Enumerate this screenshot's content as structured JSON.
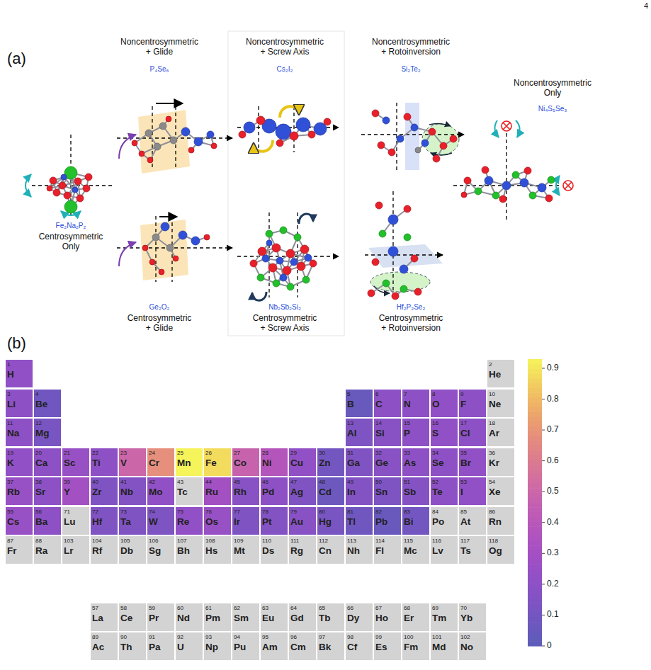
{
  "diagram": {
    "nodes": [
      {
        "text": [
          "1",
          "H"
        ]
      },
      {
        "text": [
          "2",
          "He"
        ]
      },
      {
        "text": [
          "3",
          "Li"
        ]
      },
      {
        "text": [
          "4",
          "Be"
        ]
      },
      {
        "text": [
          "5",
          "B"
        ]
      },
      {
        "text": [
          "6",
          "C"
        ]
      },
      {
        "text": [
          "7",
          "N"
        ]
      },
      {
        "text": [
          "8",
          "O"
        ]
      },
      {
        "text": [
          "9",
          "F"
        ]
      },
      {
        "text": [
          "10",
          "Ne"
        ]
      },
      {
        "text": [
          "11",
          "Na"
        ]
      },
      {
        "text": [
          "12",
          "Mg"
        ]
      },
      {
        "text": [
          "13",
          "Al"
        ]
      },
      {
        "text": [
          "14",
          "Si"
        ]
      },
      {
        "text": [
          "15",
          "P"
        ]
      },
      {
        "text": [
          "16",
          "S"
        ]
      },
      {
        "text": [
          "17",
          "Cl"
        ]
      },
      {
        "text": [
          "18",
          "Ar"
        ]
      },
      {
        "text": [
          "19",
          "K"
        ]
      },
      {
        "text": [
          "20",
          "Ca"
        ]
      },
      {
        "text": [
          "21",
          "Sc"
        ]
      },
      {
        "text": [
          "22",
          "Ti"
        ]
      },
      {
        "text": [
          "23",
          "V"
        ]
      },
      {
        "text": [
          "24",
          "Cr"
        ]
      },
      {
        "text": [
          "25",
          "Mn"
        ]
      },
      {
        "text": [
          "26",
          "Fe"
        ]
      },
      {
        "text": [
          "27",
          "Co"
        ]
      },
      {
        "text": [
          "28",
          "Ni"
        ]
      },
      {
        "text": [
          "29",
          "Cu"
        ]
      },
      {
        "text": [
          "30",
          "Zn"
        ]
      },
      {
        "text": [
          "31",
          "Ga"
        ]
      },
      {
        "text": [
          "32",
          "Ge"
        ]
      },
      {
        "text": [
          "33",
          "As"
        ]
      },
      {
        "text": [
          "34",
          "Se"
        ]
      },
      {
        "text": [
          "35",
          "Br"
        ]
      },
      {
        "text": [
          "36",
          "Kr"
        ]
      },
      {
        "text": [
          "37",
          "Rb"
        ]
      },
      {
        "text": [
          "38",
          "Sr"
        ]
      },
      {
        "text": [
          "39",
          "Y"
        ]
      },
      {
        "text": [
          "40",
          "Zr"
        ]
      },
      {
        "text": [
          "41",
          "Nb"
        ]
      },
      {
        "text": [
          "42",
          "Mo"
        ]
      },
      {
        "text": [
          "43",
          "Tc"
        ]
      },
      {
        "text": [
          "44",
          "Ru"
        ]
      },
      {
        "text": [
          "45",
          "Rh"
        ]
      },
      {
        "text": [
          "46",
          "Pd"
        ]
      },
      {
        "text": [
          "47",
          "Ag"
        ]
      },
      {
        "text": [
          "48",
          "Cd"
        ]
      },
      {
        "text": [
          "49",
          "In"
        ]
      },
      {
        "text": [
          "50",
          "Sn"
        ]
      },
      {
        "text": [
          "51",
          "Sb"
        ]
      },
      {
        "text": [
          "52",
          "Te"
        ]
      },
      {
        "text": [
          "53",
          "I"
        ]
      },
      {
        "text": [
          "54",
          "Xe"
        ]
      },
      {
        "text": [
          "55",
          "Cs"
        ]
      },
      {
        "text": [
          "56",
          "Ba"
        ]
      },
      {
        "text": [
          "71",
          "Lu"
        ]
      },
      {
        "text": [
          "72",
          "Hf"
        ]
      },
      {
        "text": [
          "73",
          "Ta"
        ]
      },
      {
        "text": [
          "74",
          "W"
        ]
      },
      {
        "text": [
          "75",
          "Re"
        ]
      },
      {
        "text": [
          "76",
          "Os"
        ]
      },
      {
        "text": [
          "77",
          "Ir"
        ]
      },
      {
        "text": [
          "78",
          "Pt"
        ]
      },
      {
        "text": [
          "79",
          "Au"
        ]
      },
      {
        "text": [
          "80",
          "Hg"
        ]
      },
      {
        "text": [
          "81",
          "Tl"
        ]
      },
      {
        "text": [
          "82",
          "Pb"
        ]
      },
      {
        "text": [
          "83",
          "Bi"
        ]
      },
      {
        "text": [
          "84",
          "Po"
        ]
      },
      {
        "text": [
          "85",
          "At"
        ]
      },
      {
        "text": [
          "86",
          "Rn"
        ]
      },
      {
        "text": [
          "87",
          "Fr"
        ]
      },
      {
        "text": [
          "88",
          "Ra"
        ]
      },
      {
        "text": [
          "103",
          "Lr"
        ]
      },
      {
        "text": [
          "104",
          "Rf"
        ]
      },
      {
        "text": [
          "105",
          "Db"
        ]
      },
      {
        "text": [
          "106",
          "Sg"
        ]
      },
      {
        "text": [
          "107",
          "Bh"
        ]
      },
      {
        "text": [
          "108",
          "Hs"
        ]
      },
      {
        "text": [
          "109",
          "Mt"
        ]
      },
      {
        "text": [
          "110",
          "Ds"
        ]
      },
      {
        "text": [
          "111",
          "Rg"
        ]
      },
      {
        "text": [
          "112",
          "Cn"
        ]
      },
      {
        "text": [
          "113",
          "Nh"
        ]
      },
      {
        "text": [
          "114",
          "Fl"
        ]
      },
      {
        "text": [
          "115",
          "Mc"
        ]
      },
      {
        "text": [
          "116",
          "Lv"
        ]
      },
      {
        "text": [
          "117",
          "Ts"
        ]
      },
      {
        "text": [
          "118",
          "Og"
        ]
      },
      {
        "text": [
          "57",
          "La"
        ]
      },
      {
        "text": [
          "58",
          "Ce"
        ]
      },
      {
        "text": [
          "59",
          "Pr"
        ]
      },
      {
        "text": [
          "60",
          "Nd"
        ]
      },
      {
        "text": [
          "61",
          "Pm"
        ]
      },
      {
        "text": [
          "62",
          "Sm"
        ]
      },
      {
        "text": [
          "63",
          "Eu"
        ]
      },
      {
        "text": [
          "64",
          "Gd"
        ]
      },
      {
        "text": [
          "65",
          "Tb"
        ]
      },
      {
        "text": [
          "66",
          "Dy"
        ]
      },
      {
        "text": [
          "67",
          "Ho"
        ]
      },
      {
        "text": [
          "68",
          "Er"
        ]
      },
      {
        "text": [
          "69",
          "Tm"
        ]
      },
      {
        "text": [
          "70",
          "Yb"
        ]
      },
      {
        "text": [
          "89",
          "Ac"
        ]
      },
      {
        "text": [
          "90",
          "Th"
        ]
      },
      {
        "text": [
          "91",
          "Pa"
        ]
      },
      {
        "text": [
          "92",
          "U"
        ]
      },
      {
        "text": [
          "93",
          "Np"
        ]
      },
      {
        "text": [
          "94",
          "Pu"
        ]
      },
      {
        "text": [
          "95",
          "Am"
        ]
      },
      {
        "text": [
          "96",
          "Cm"
        ]
      },
      {
        "text": [
          "97",
          "Bk"
        ]
      },
      {
        "text": [
          "98",
          "Cf"
        ]
      },
      {
        "text": [
          "99",
          "Es"
        ]
      },
      {
        "text": [
          "100",
          "Fm"
        ]
      },
      {
        "text": [
          "101",
          "Md"
        ]
      },
      {
        "text": [
          "102",
          "No"
        ]
      }
    ],
    "labels": [
      "4",
      "(a)",
      "Noncentrosymmetric + Glide",
      "P₄Se₆",
      "Noncentrosymmetric + Screw Axis",
      "Cs₂I₂",
      "Noncentrosymmetric + Rotoinversion",
      "Si₂Te₂",
      "Noncentrosymmetric Only",
      "Ni₄S₅Se₃",
      "Fe₂Na₂P₂",
      "Centrosymmetric Only",
      "Ge₂O₂",
      "Centrosymmetric + Glide",
      "Nb₂Sb₂Si₂",
      "Centrosymmetric + Screw Axis",
      "Hf₂P₂Se₂",
      "Centrosymmetric + Rotoinversion",
      "(b)",
      "0.9",
      "0.8",
      "0.7",
      "0.6",
      "0.5",
      "0.4",
      "0.3",
      "0.2",
      "0.1",
      "0"
    ]
  }
}
